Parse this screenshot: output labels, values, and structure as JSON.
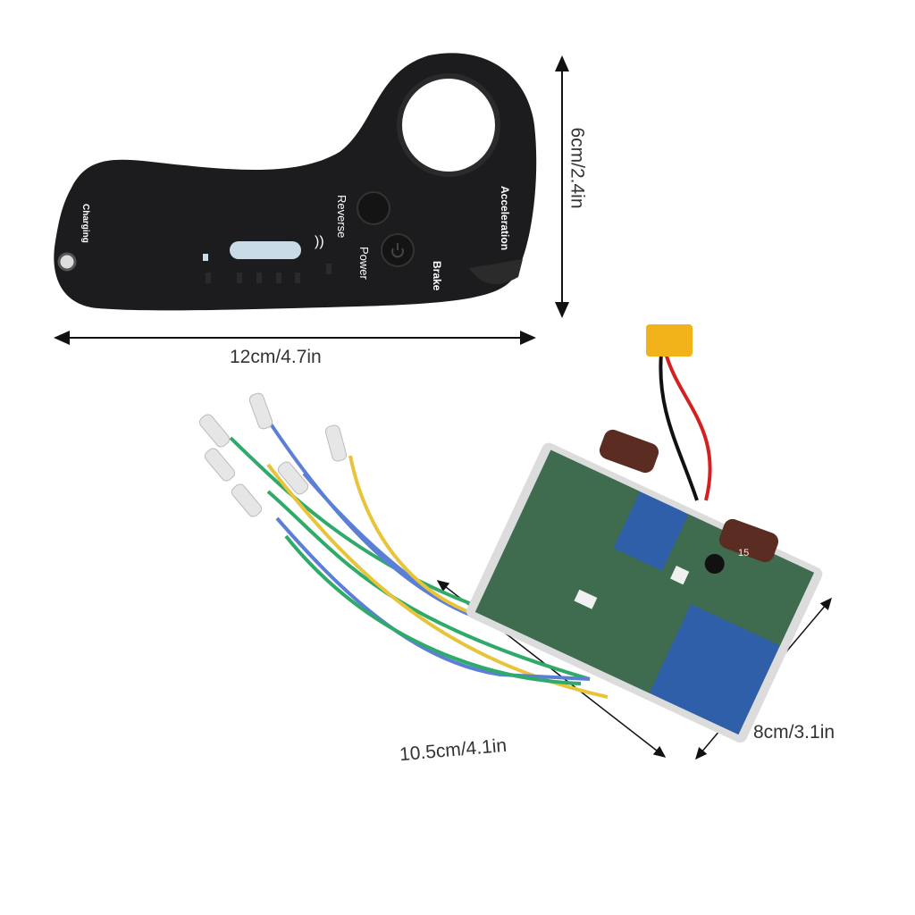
{
  "remote": {
    "labels": {
      "charging": "Charging",
      "reverse": "Reverse",
      "power": "Power",
      "acceleration": "Acceleration",
      "brake": "Brake"
    },
    "color": "#1c1c1e"
  },
  "board": {
    "capacitor_label": "15",
    "pcb_color": "#3f6b4e"
  },
  "dimensions": {
    "remote_height": "6cm/2.4in",
    "remote_length": "12cm/4.7in",
    "board_length": "10.5cm/4.1in",
    "board_width": "8cm/3.1in"
  },
  "wire_colors": [
    "#e8c43a",
    "#5c7fd6",
    "#2faa6a"
  ]
}
